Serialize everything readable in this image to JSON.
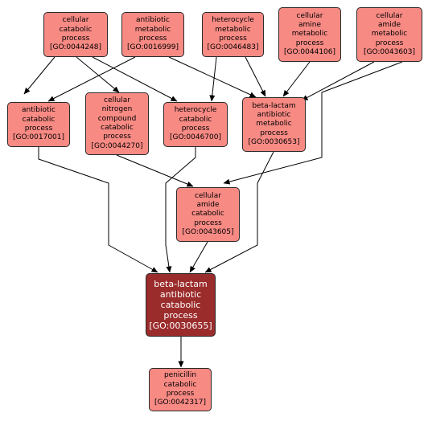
{
  "nodes": [
    {
      "id": "n44248",
      "lines": [
        "cellular",
        "catabolic",
        "process",
        "[GO:0044248]"
      ]
    },
    {
      "id": "n16999",
      "lines": [
        "antibiotic",
        "metabolic",
        "process",
        "[GO:0016999]"
      ]
    },
    {
      "id": "n46483",
      "lines": [
        "heterocycle",
        "metabolic",
        "process",
        "[GO:0046483]"
      ]
    },
    {
      "id": "n44106",
      "lines": [
        "cellular",
        "amine",
        "metabolic",
        "process",
        "[GO:0044106]"
      ]
    },
    {
      "id": "n43603",
      "lines": [
        "cellular",
        "amide",
        "metabolic",
        "process",
        "[GO:0043603]"
      ]
    },
    {
      "id": "n17001",
      "lines": [
        "antibiotic",
        "catabolic",
        "process",
        "[GO:0017001]"
      ]
    },
    {
      "id": "n44270",
      "lines": [
        "cellular",
        "nitrogen",
        "compound",
        "catabolic",
        "process",
        "[GO:0044270]"
      ]
    },
    {
      "id": "n46700",
      "lines": [
        "heterocycle",
        "catabolic",
        "process",
        "[GO:0046700]"
      ]
    },
    {
      "id": "n30653",
      "lines": [
        "beta-lactam",
        "antibiotic",
        "metabolic",
        "process",
        "[GO:0030653]"
      ]
    },
    {
      "id": "n43605",
      "lines": [
        "cellular",
        "amide",
        "catabolic",
        "process",
        "[GO:0043605]"
      ]
    },
    {
      "id": "n30655",
      "lines": [
        "beta-lactam",
        "antibiotic",
        "catabolic",
        "process",
        "[GO:0030655]"
      ]
    },
    {
      "id": "n42317",
      "lines": [
        "penicillin",
        "catabolic",
        "process",
        "[GO:0042317]"
      ]
    }
  ],
  "edges": [
    [
      "n44248",
      "n17001"
    ],
    [
      "n44248",
      "n44270"
    ],
    [
      "n44248",
      "n46700"
    ],
    [
      "n16999",
      "n17001"
    ],
    [
      "n16999",
      "n30653"
    ],
    [
      "n46483",
      "n46700"
    ],
    [
      "n46483",
      "n30653"
    ],
    [
      "n44106",
      "n30653"
    ],
    [
      "n43603",
      "n30653"
    ],
    [
      "n43603",
      "n43605"
    ],
    [
      "n44270",
      "n43605"
    ],
    [
      "n17001",
      "n30655"
    ],
    [
      "n46700",
      "n30655"
    ],
    [
      "n43605",
      "n30655"
    ],
    [
      "n30653",
      "n30655"
    ],
    [
      "n30655",
      "n42317"
    ]
  ],
  "focus_node": "n30655",
  "colors": {
    "node_fill": "#f88a84",
    "focus_fill": "#9b2c2c",
    "border": "#2a2a2a",
    "edge": "#000000"
  }
}
